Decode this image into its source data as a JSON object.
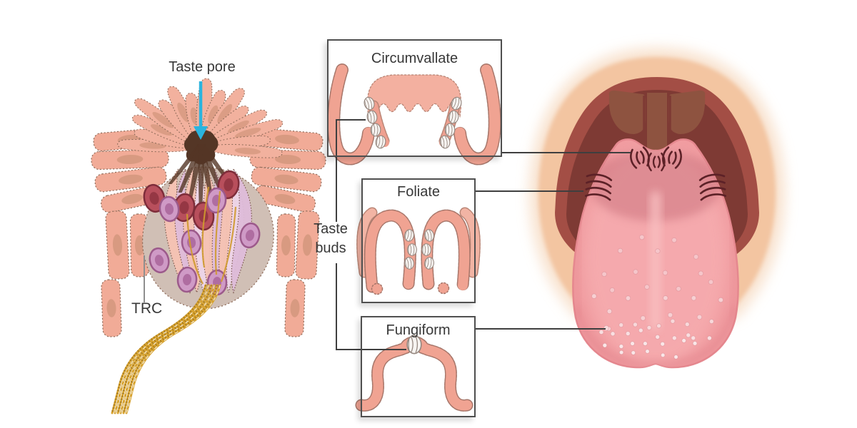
{
  "labels": {
    "taste_pore": "Taste pore",
    "trc": "TRC",
    "taste_buds": [
      "Taste",
      "buds"
    ]
  },
  "panels": [
    {
      "id": "circumvallate",
      "title": "Circumvallate"
    },
    {
      "id": "foliate",
      "title": "Foliate"
    },
    {
      "id": "fungiform",
      "title": "Fungiform"
    }
  ],
  "colors": {
    "pointer_arrow_cyan": "#2bb4de",
    "connector_line": "#3f3f3f",
    "label_text": "#383838",
    "panel_border": "#4f4f4f",
    "tissue_salmon": "#f0a392",
    "cell_pink": "#f6c3b3",
    "cell_lavender": "#dfbcda",
    "nucleus_maroon": "#b84f5c",
    "nucleus_purple": "#cf9ac6",
    "nerve_gold": "#d7a22e",
    "taste_pore_brown": "#543626",
    "face_skin": "#f3c5a1",
    "mouth_cavity": "#a34e45",
    "throat_dark": "#7e3a34",
    "palate_brown": "#8e5340",
    "tongue_pink": "#f19da1",
    "papilla_dot": "#f7d0d3",
    "papilla_mark": "#5c2127"
  }
}
